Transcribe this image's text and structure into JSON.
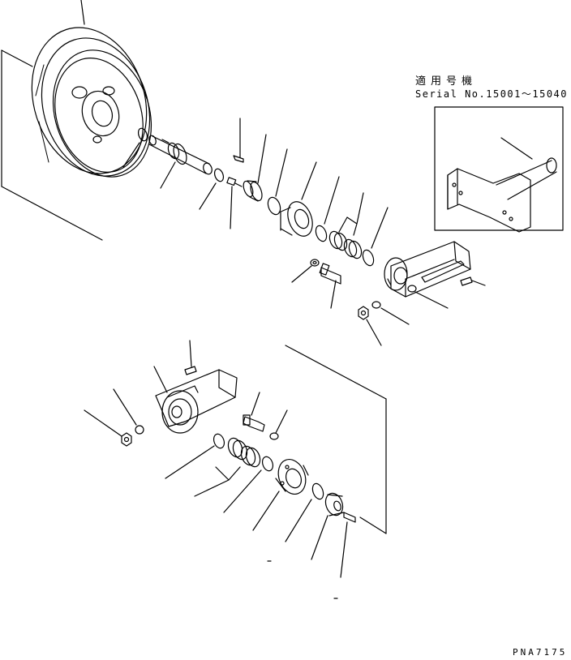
{
  "applicability": {
    "title": "適用号機",
    "serial_range": "Serial No.15001～15040"
  },
  "drawing_code": "PNA7175",
  "colors": {
    "ink": "#000000",
    "paper": "#ffffff"
  }
}
